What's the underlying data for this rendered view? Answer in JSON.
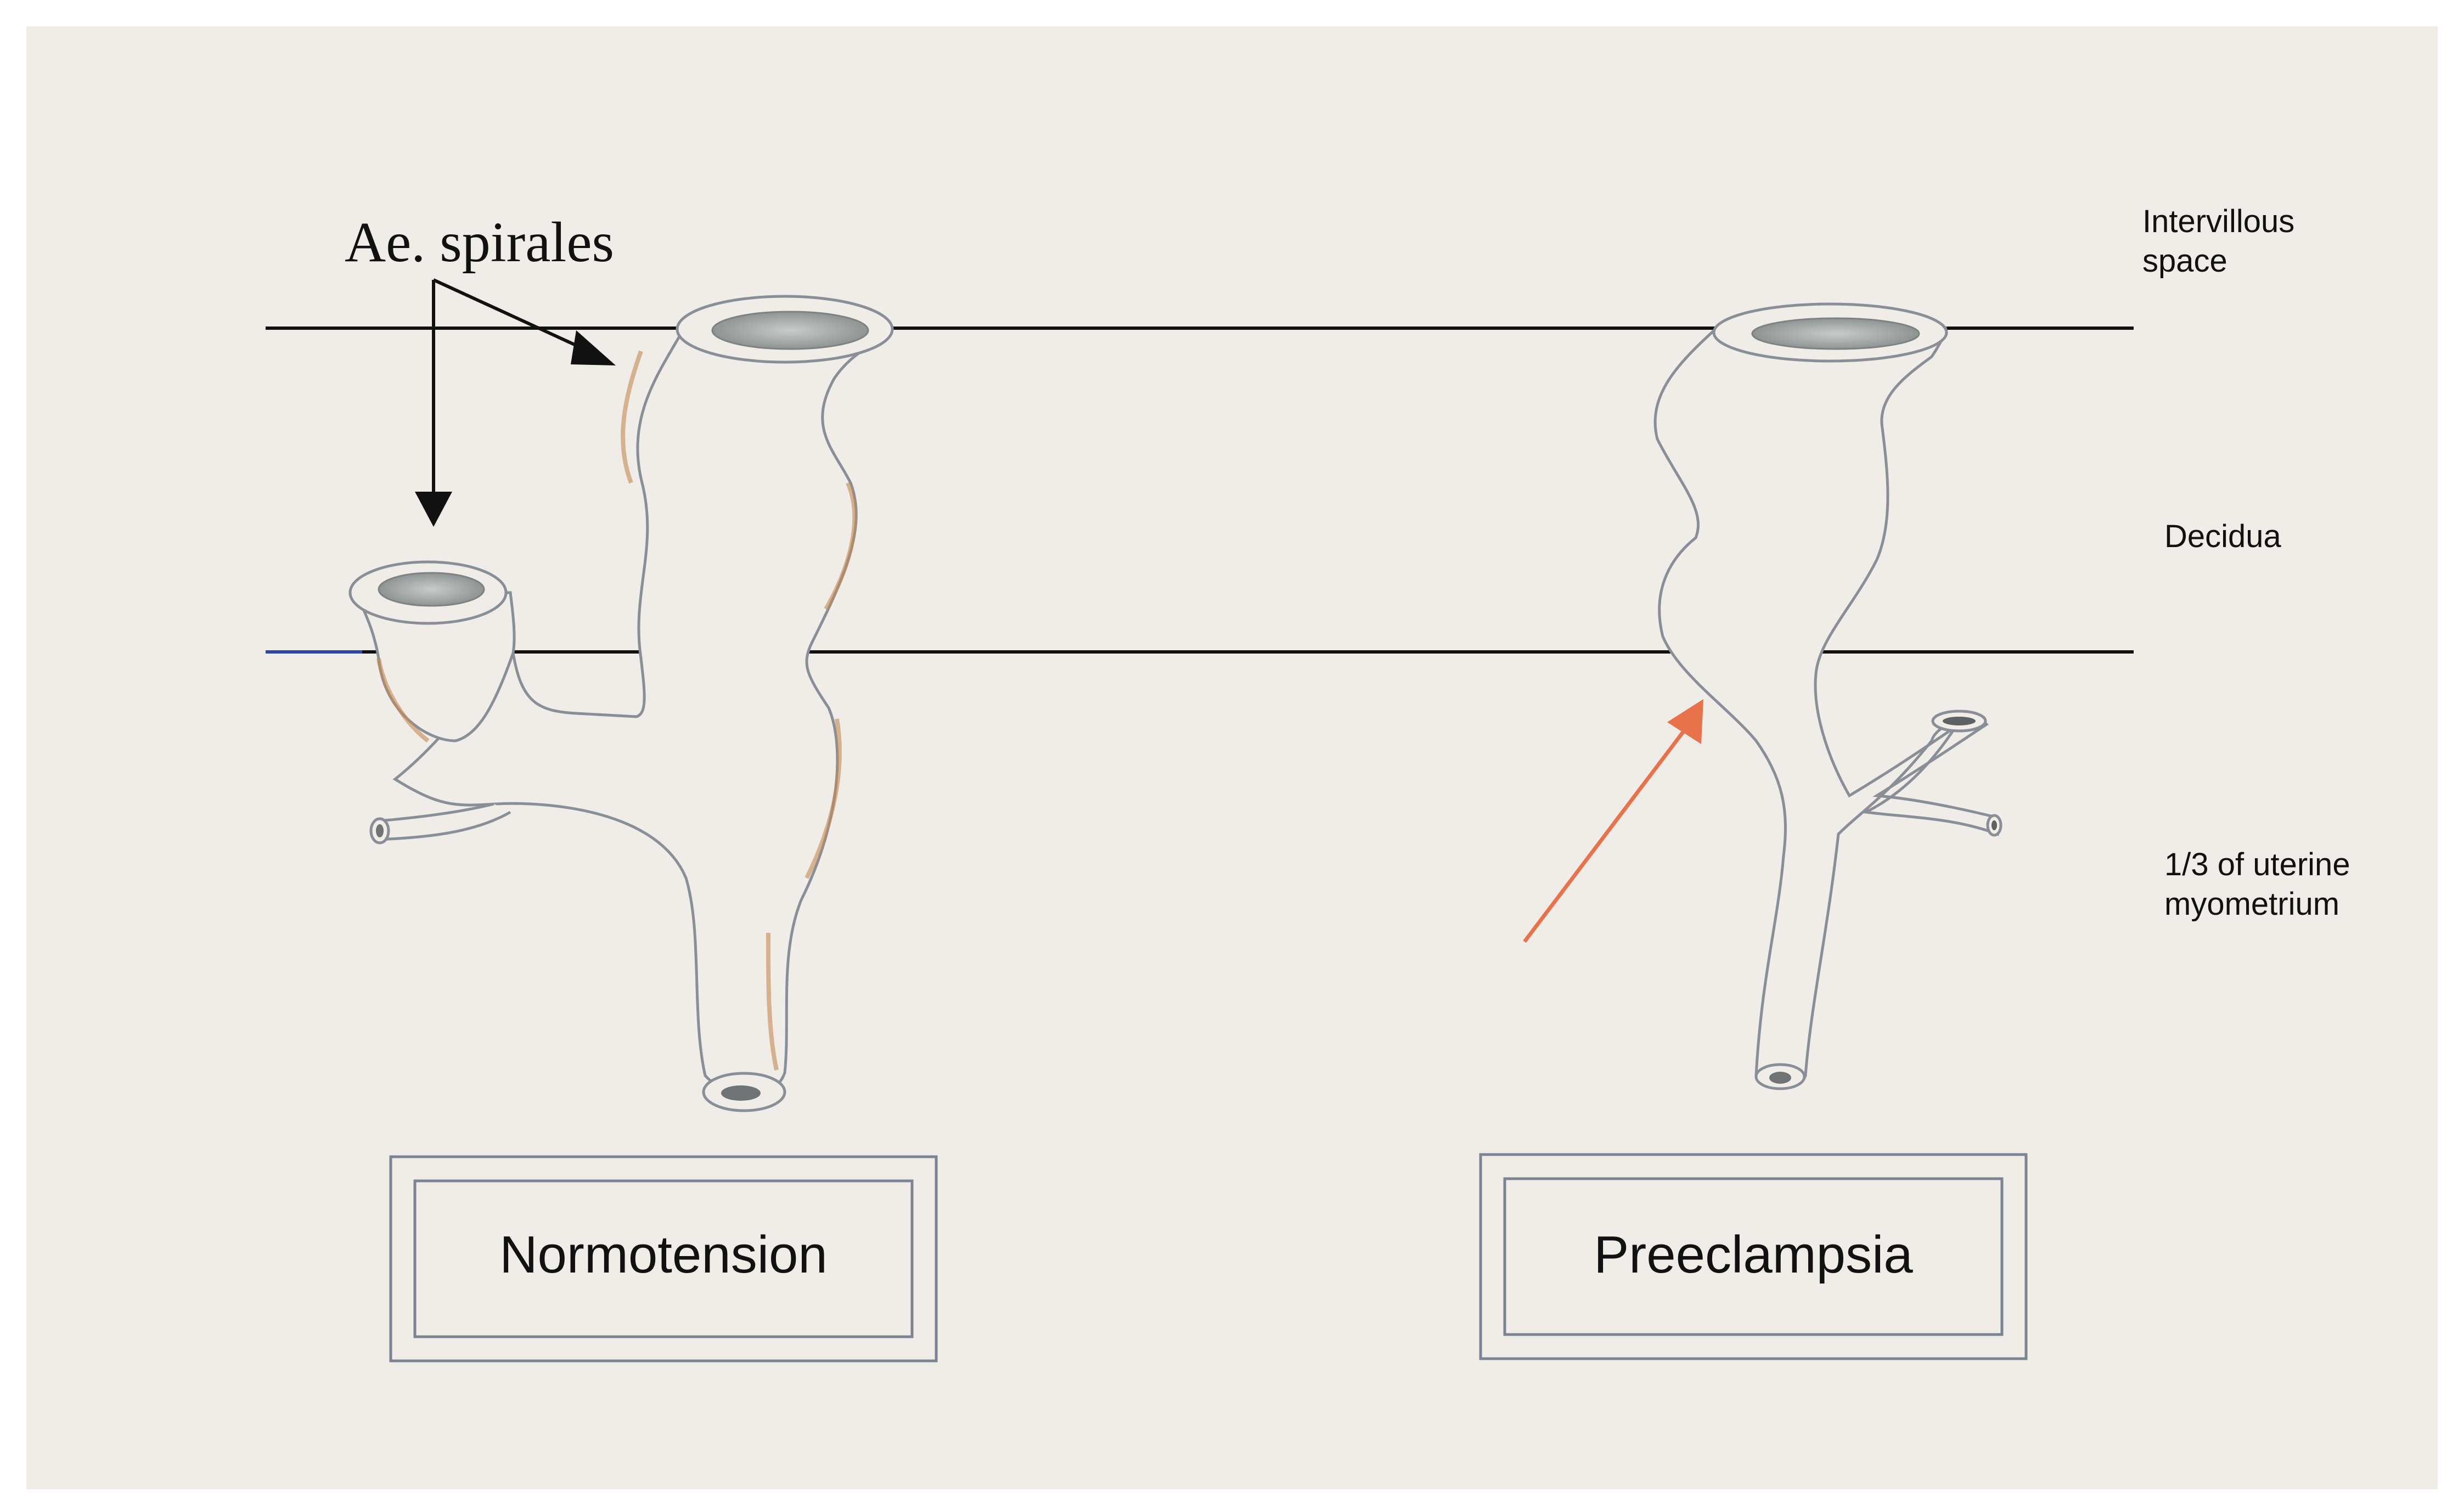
{
  "diagram": {
    "arrow_label": "Ae. spirales",
    "layers": {
      "intervillous_space": "Intervillous\nspace",
      "decidua": "Decidua",
      "myometrium": "1/3 of uterine\nmyometrium"
    },
    "conditions": {
      "left": "Normotension",
      "right": "Preeclampsia"
    },
    "colors": {
      "background": "#f0ece8",
      "vessel_outline": "#8a8e96",
      "vessel_shading": "#c48a52",
      "box_border": "#7c8494",
      "highlight_arrow": "#e8734a",
      "layer_line": "#111111"
    }
  }
}
